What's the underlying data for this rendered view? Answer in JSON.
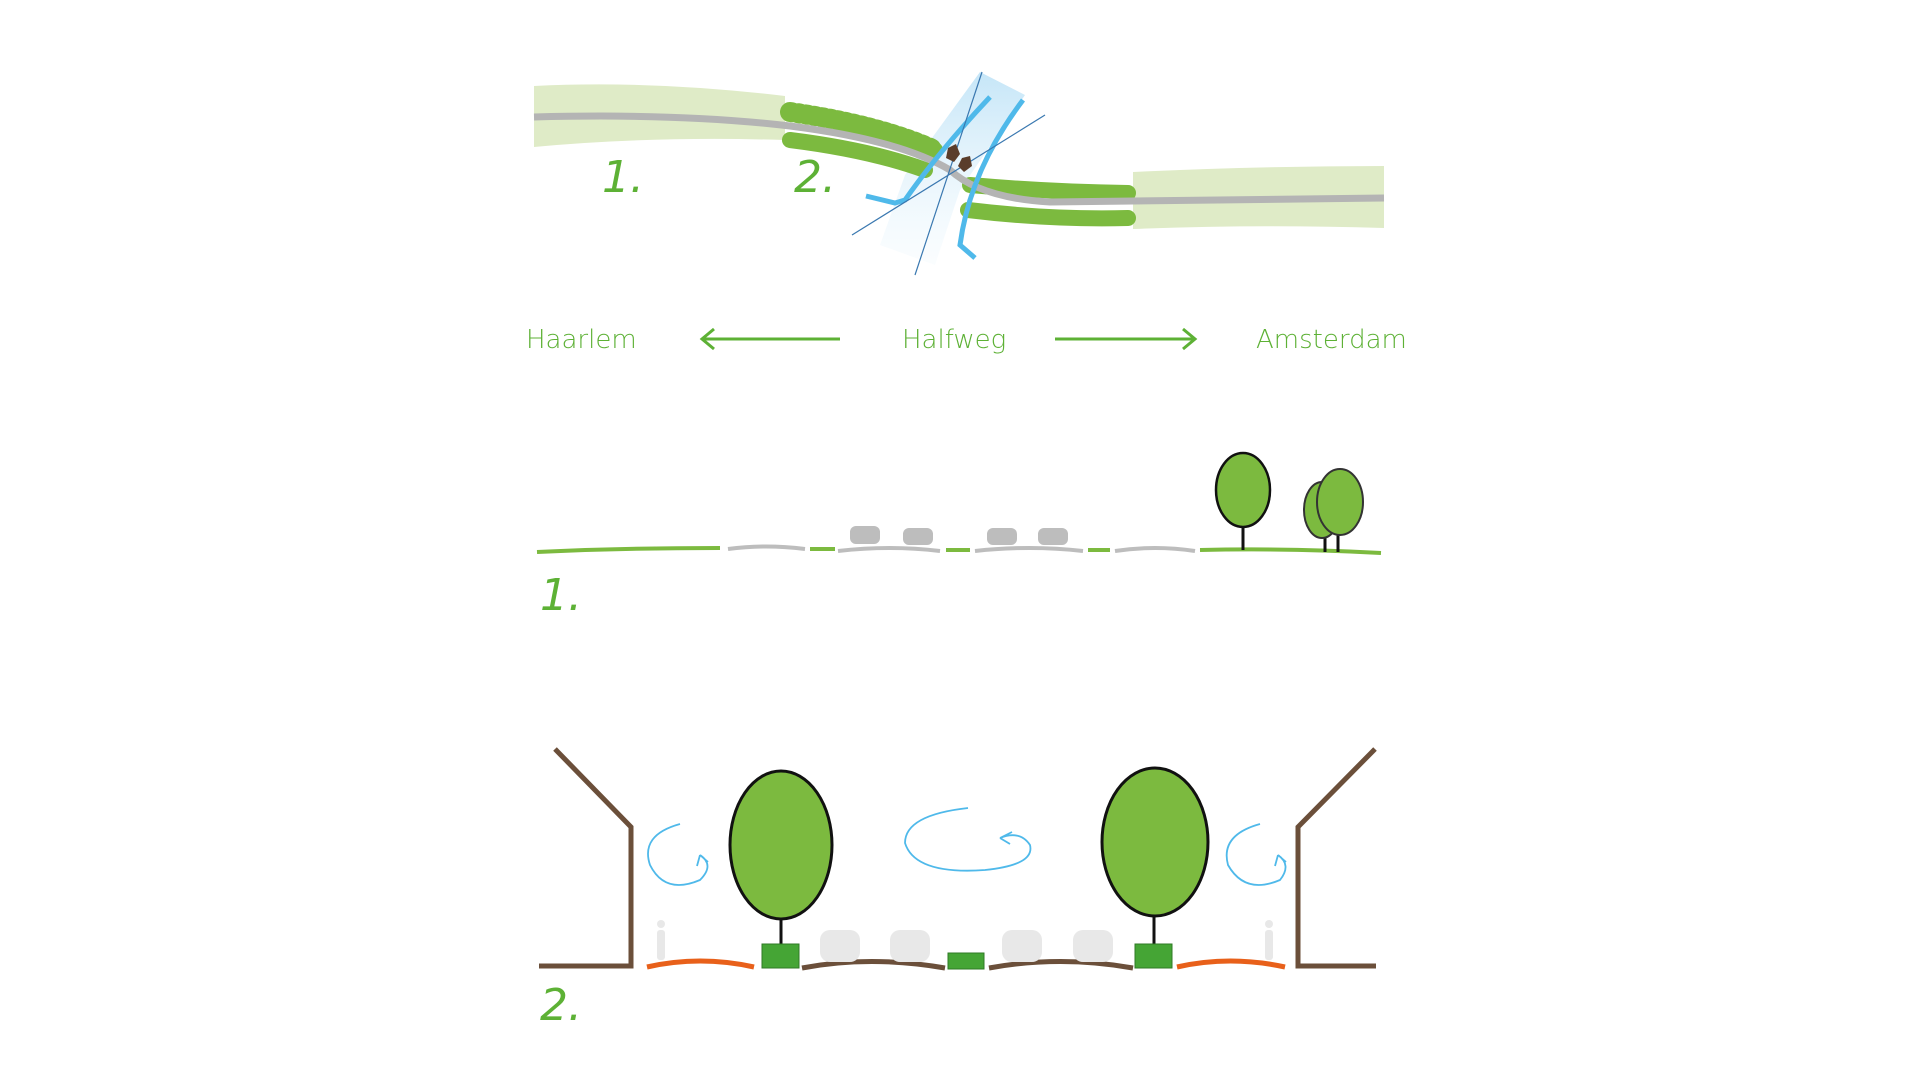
{
  "map": {
    "section_labels": [
      "1.",
      "2."
    ]
  },
  "direction": {
    "left_city": "Haarlem",
    "center_city": "Halfweg",
    "right_city": "Amsterdam"
  },
  "section1": {
    "label": "1."
  },
  "section2": {
    "label": "2."
  },
  "colors": {
    "label_green": "#5db135",
    "tree_green": "#7cba3f",
    "hedge_green": "#45a535",
    "pale_green": "#dfebc7",
    "road_grey": "#b4b4b4",
    "water_blue": "#4fb9ea",
    "wall_brown": "#6b4f3a",
    "path_orange": "#e8601a"
  }
}
